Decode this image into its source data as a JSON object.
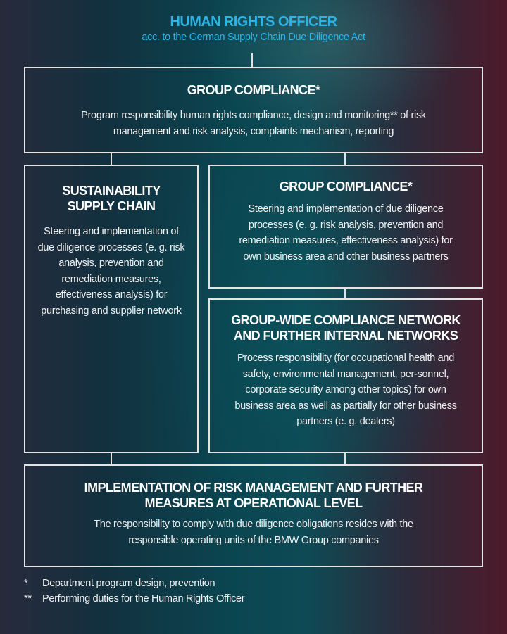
{
  "header": {
    "title": "HUMAN RIGHTS OFFICER",
    "subtitle": "acc. to the German Supply Chain Due Diligence Act"
  },
  "boxes": {
    "group_compliance_top": {
      "title": "GROUP COMPLIANCE*",
      "text": "Program responsibility human rights compliance, design and monitoring** of risk management and risk analysis, complaints mechanism, reporting"
    },
    "sustainability": {
      "title": "SUSTAINABILITY SUPPLY CHAIN",
      "text": "Steering and implementation of due diligence processes (e. g. risk analysis, prevention and remediation measures, effectiveness analysis) for purchasing and supplier network"
    },
    "group_compliance_right": {
      "title": "GROUP COMPLIANCE*",
      "text": "Steering and implementation of due diligence processes (e. g. risk analysis, prevention and remediation measures, effectiveness analysis) for own business area and other business partners"
    },
    "network": {
      "title": "GROUP-WIDE COMPLIANCE NETWORK AND FURTHER INTERNAL NETWORKS",
      "text": "Process responsibility (for occupational health and safety, environmental management, per-sonnel, corporate security among other topics) for own business area as well as partially for other business partners (e. g. dealers)"
    },
    "implementation": {
      "title": "IMPLEMENTATION OF RISK MANAGEMENT AND FURTHER MEASURES AT OPERATIONAL LEVEL",
      "text": "The responsibility to comply with due diligence obligations resides with the responsible operating units of the BMW Group companies"
    }
  },
  "footnotes": [
    {
      "mark": "*",
      "text": "Department program design, prevention"
    },
    {
      "mark": "**",
      "text": "Performing duties for the Human Rights Officer"
    }
  ]
}
